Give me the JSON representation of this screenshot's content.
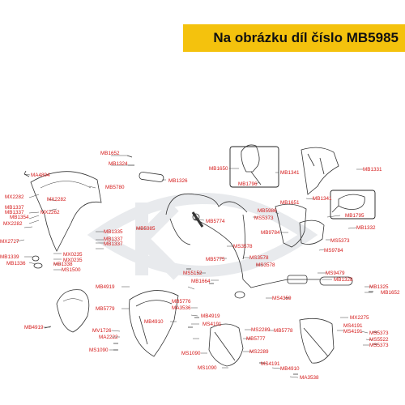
{
  "banner": {
    "text": "Na obrázku díl číslo MB5985",
    "color": "#f4c20d"
  },
  "colors": {
    "label": "#d41818",
    "line": "#333333",
    "watermark": "#e8eaed"
  },
  "labels": {
    "l1": "MB1652",
    "l2": "MB1324",
    "l3": "MB1326",
    "l4": "MB1650",
    "l5": "MB1341",
    "l6": "MB1331",
    "l7": "MA4894",
    "l8": "MB5780",
    "l9": "MB1796",
    "l10": "MX2282",
    "l11": "MX2282",
    "l12": "MB1337",
    "l13": "MB1337",
    "l14": "MX2262",
    "l15": "MB1354",
    "l16": "MB1341",
    "l17": "MB1651",
    "l18": "MB5774",
    "l19": "MB5986",
    "l20": "MS5373",
    "l21": "MB1795",
    "l22": "MX2282",
    "l23": "MB1335",
    "l24": "MB5985",
    "l25": "MB9784",
    "l26": "MB1332",
    "l27": "MB1337",
    "l28": "MX2727",
    "l29": "MB1337",
    "l30": "MS5373",
    "l31": "MS3578",
    "l32": "MX0235",
    "l33": "MX0235",
    "l34": "MB1339",
    "l35": "MB1338",
    "l36": "MB1336",
    "l37": "MB5775",
    "l38": "MS3578",
    "l39": "MS9784",
    "l40": "MS1500",
    "l41": "MS3578",
    "l42": "MS9479",
    "l43": "MS5152",
    "l44": "MB1664",
    "l45": "MB1328",
    "l46": "MB4919",
    "l47": "MB5776",
    "l48": "MB1325",
    "l49": "MB1652",
    "l50": "MS4359",
    "l51": "MB5779",
    "l52": "MA3536",
    "l53": "MB4919",
    "l54": "MB4910",
    "l55": "MS4191",
    "l56": "MX2275",
    "l57": "MB4919",
    "l58": "MS4191",
    "l59": "MS2289",
    "l60": "MB5778",
    "l61": "MS4191",
    "l62": "MS5373",
    "l63": "MV1726",
    "l64": "MA2222",
    "l65": "MB5777",
    "l66": "MS5522",
    "l67": "MS5373",
    "l68": "MS1090",
    "l69": "MS2289",
    "l70": "MS1090",
    "l71": "MS1090",
    "l72": "MS4191",
    "l73": "MB4910",
    "l74": "MA3538"
  }
}
